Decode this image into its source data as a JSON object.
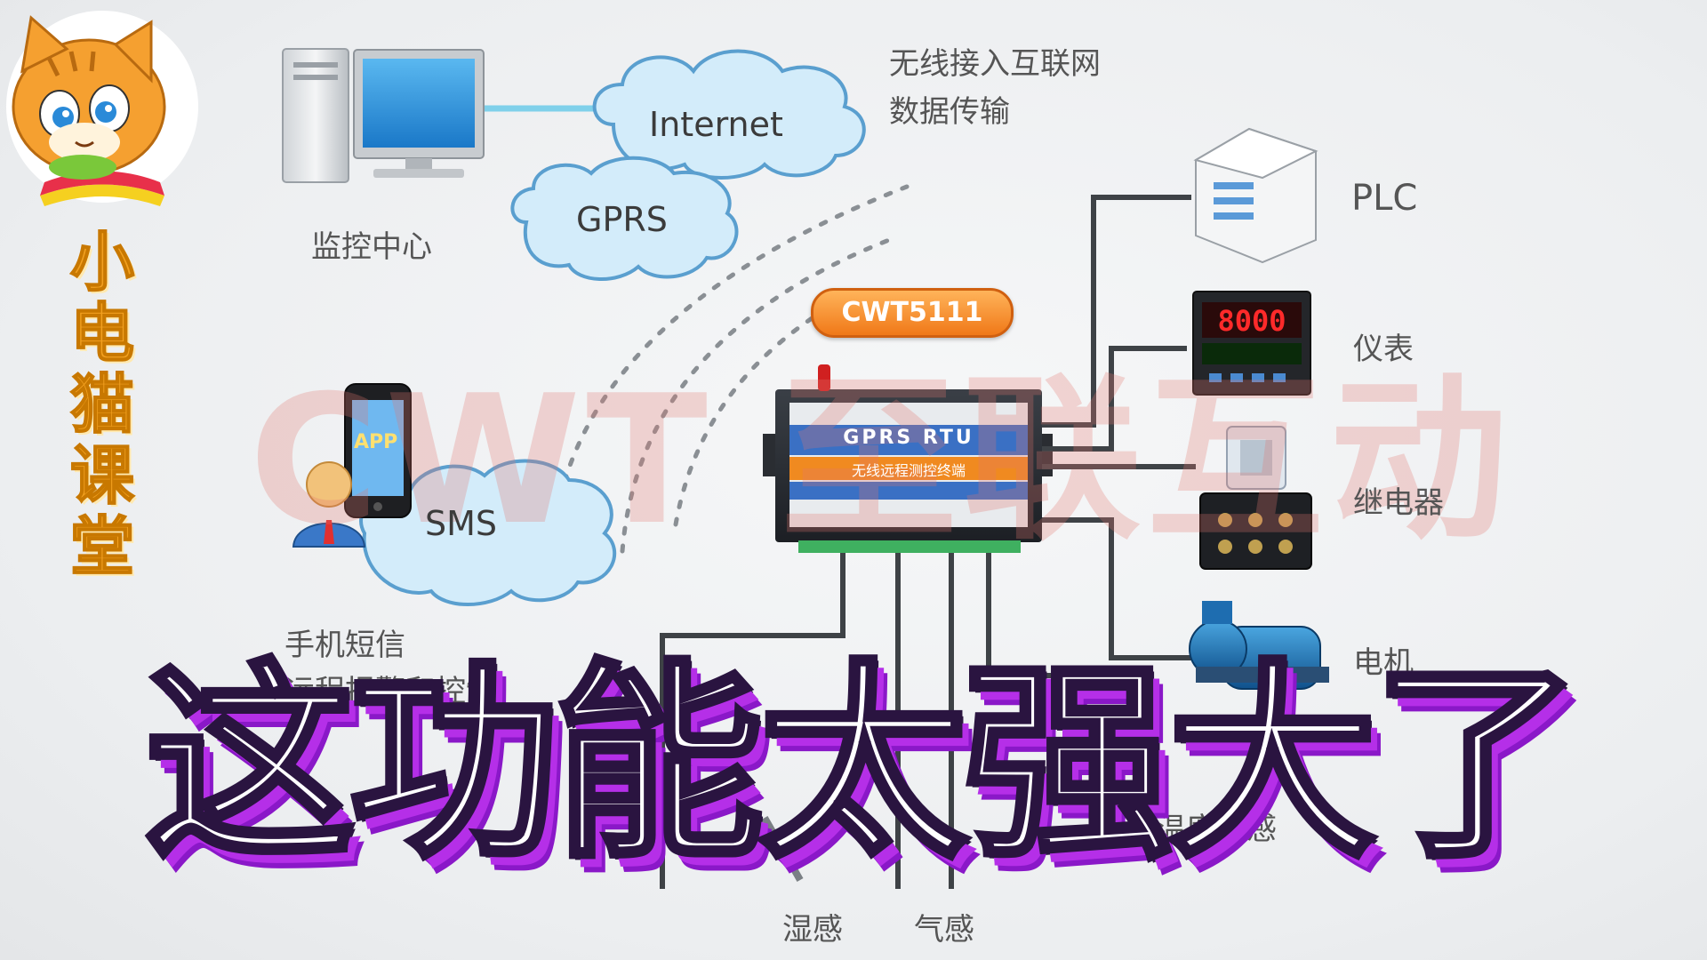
{
  "channel": {
    "name_chars": [
      "小",
      "电",
      "猫",
      "课",
      "堂"
    ]
  },
  "watermark": "CWT 至联互动",
  "diagram": {
    "monitor_center": "监控中心",
    "internet_cloud": "Internet",
    "gprs_cloud": "GPRS",
    "sms_cloud": "SMS",
    "app_label": "APP",
    "internet_desc": [
      "无线接入互联网",
      "数据传输"
    ],
    "sms_desc": [
      "手机短信",
      "远程报警和控制"
    ],
    "device": {
      "model": "CWT5111",
      "panel_title": "GPRS RTU",
      "panel_subtitle": "无线远程测控终端"
    },
    "peripherals": [
      "PLC",
      "仪表",
      "继电器",
      "电机"
    ],
    "sensors": [
      "温度传感",
      "湿感",
      "气感"
    ]
  },
  "caption": "这功能太强大了",
  "colors": {
    "caption_fill": "#ffffff",
    "caption_shadow": "#b52fe8",
    "badge": "#f07818",
    "brand_text": "#f2a020"
  }
}
